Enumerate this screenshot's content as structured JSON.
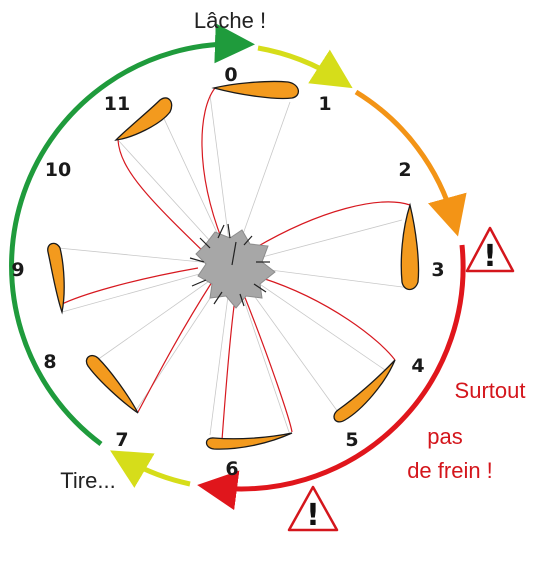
{
  "labels": {
    "release": "Lâche !",
    "pull": "Tire...",
    "warning_line1": "Surtout",
    "warning_line2": "pas",
    "warning_line3": "de frein !",
    "warning_symbol": "!"
  },
  "positions": [
    "0",
    "1",
    "2",
    "3",
    "4",
    "5",
    "6",
    "7",
    "8",
    "9",
    "10",
    "11"
  ],
  "colors": {
    "green": "#1f9b3c",
    "yellow": "#d6dd1a",
    "orange": "#f39416",
    "red": "#e0161c",
    "blade": "#f39a1e",
    "hub": "#a7a7a7",
    "line": "#d71920"
  }
}
